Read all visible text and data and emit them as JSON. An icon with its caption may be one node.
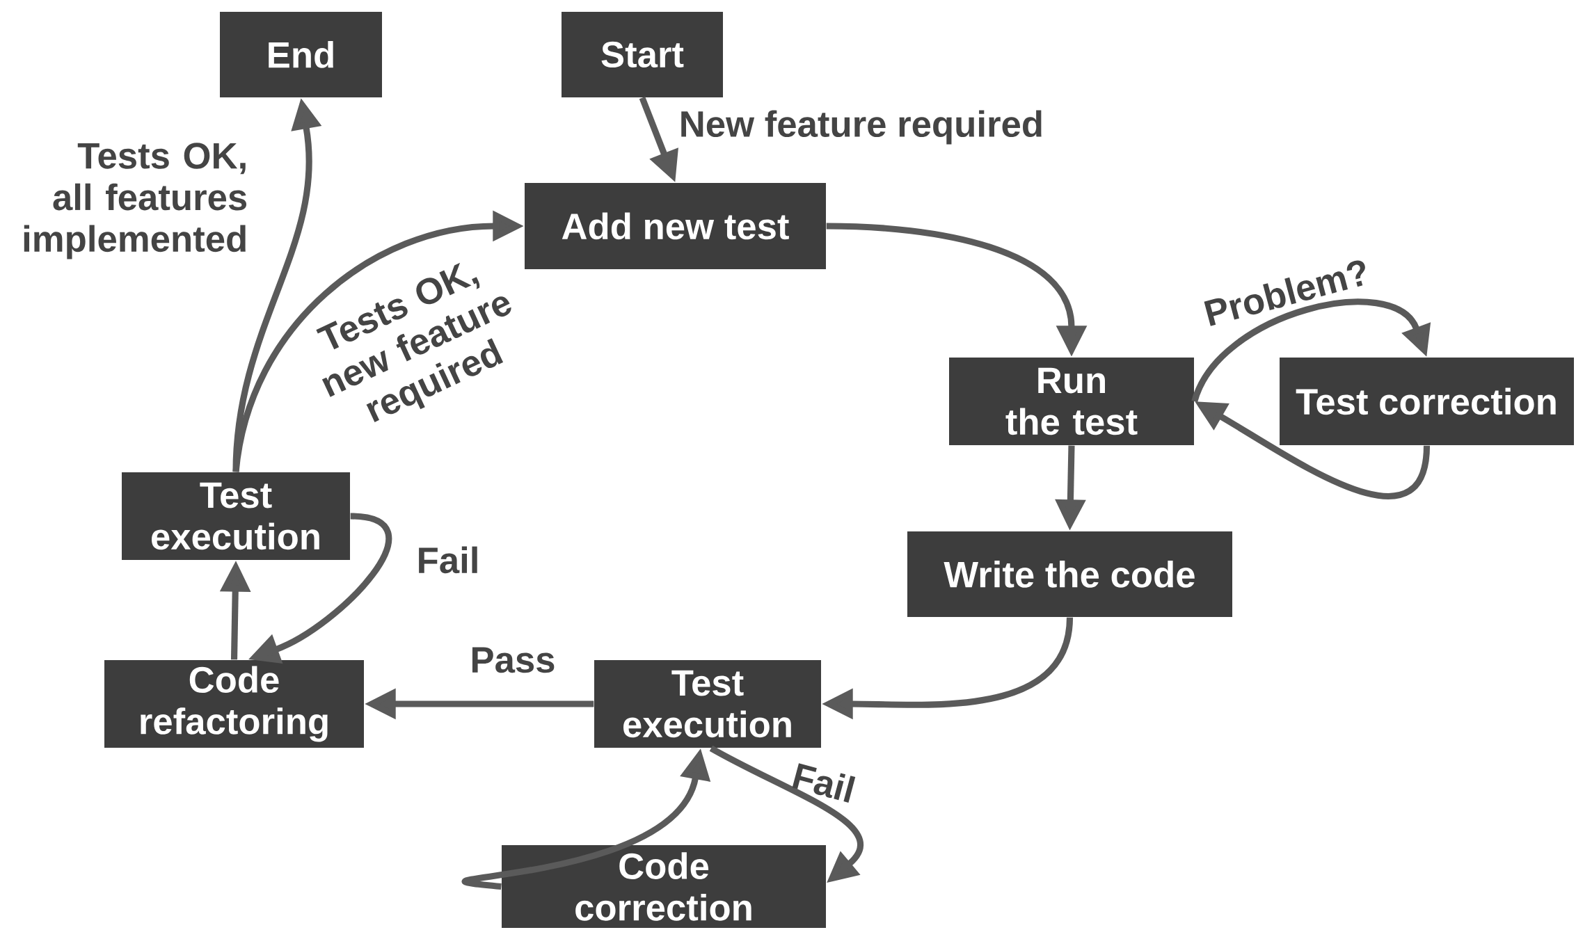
{
  "diagram": {
    "nodes": [
      {
        "text": [
          "End"
        ]
      },
      {
        "text": [
          "Start"
        ]
      },
      {
        "text": [
          "Add new test"
        ]
      },
      {
        "text": [
          "Run the test"
        ]
      },
      {
        "text": [
          "Test correction"
        ]
      },
      {
        "text": [
          "Write the code"
        ]
      },
      {
        "text": [
          "Test execution"
        ]
      },
      {
        "text": [
          "Code refactoring"
        ]
      },
      {
        "text": [
          "Test execution"
        ]
      },
      {
        "text": [
          "Code correction"
        ]
      }
    ],
    "edges": [
      {
        "from": 1,
        "to": 2,
        "arrow": "to",
        "label": "New feature required"
      },
      {
        "from": 2,
        "to": 3,
        "arrow": "to"
      },
      {
        "from": 3,
        "to": 4,
        "arrow": "to",
        "label": "Problem?"
      },
      {
        "from": 4,
        "to": 3,
        "arrow": "to"
      },
      {
        "from": 3,
        "to": 5,
        "arrow": "to"
      },
      {
        "from": 5,
        "to": 6,
        "arrow": "to"
      },
      {
        "from": 6,
        "to": 9,
        "arrow": "to",
        "label": "Fail"
      },
      {
        "from": 9,
        "to": 6,
        "arrow": "to"
      },
      {
        "from": 6,
        "to": 7,
        "arrow": "to",
        "label": "Pass"
      },
      {
        "from": 7,
        "to": 8,
        "arrow": "to"
      },
      {
        "from": 8,
        "to": 7,
        "arrow": "to",
        "label": "Fail"
      },
      {
        "from": 8,
        "to": 2,
        "arrow": "to",
        "label": "Tests OK, new feature required"
      },
      {
        "from": 8,
        "to": 0,
        "arrow": "to",
        "label": "Tests OK, all features implemented"
      }
    ]
  }
}
